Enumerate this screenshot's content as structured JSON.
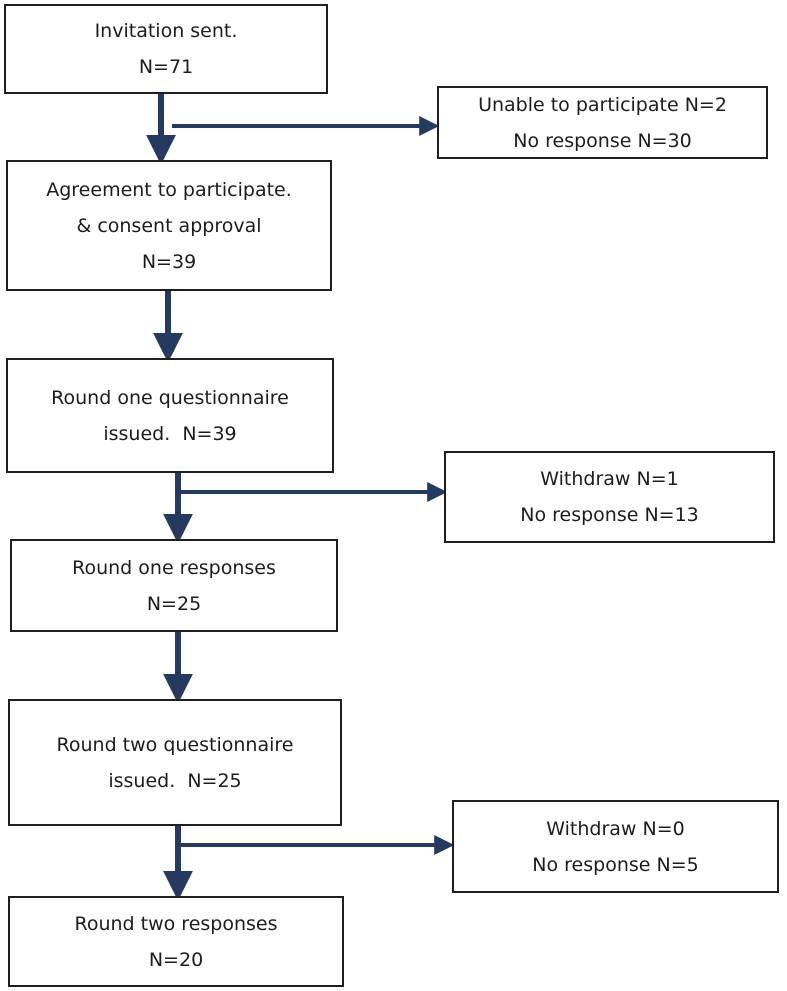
{
  "boxes": {
    "invitation": {
      "line1": "Invitation sent.",
      "line2": "N=71"
    },
    "excluded1": {
      "line1": "Unable to participate N=2",
      "line2": "No response N=30"
    },
    "agreement": {
      "line1": "Agreement to participate.",
      "line2": "& consent approval",
      "line3": "N=39"
    },
    "round1_issued": {
      "line1": "Round one questionnaire",
      "line2": "issued.  N=39"
    },
    "excluded2": {
      "line1": "Withdraw N=1",
      "line2": "No response N=13"
    },
    "round1_responses": {
      "line1": "Round one responses",
      "line2": "N=25"
    },
    "round2_issued": {
      "line1": "Round two questionnaire",
      "line2": "issued.  N=25"
    },
    "excluded3": {
      "line1": "Withdraw N=0",
      "line2": "No response N=5"
    },
    "round2_responses": {
      "line1": "Round two responses",
      "line2": "N=20"
    }
  },
  "colors": {
    "arrow": "#243a5e",
    "border": "#1f1f1f"
  }
}
